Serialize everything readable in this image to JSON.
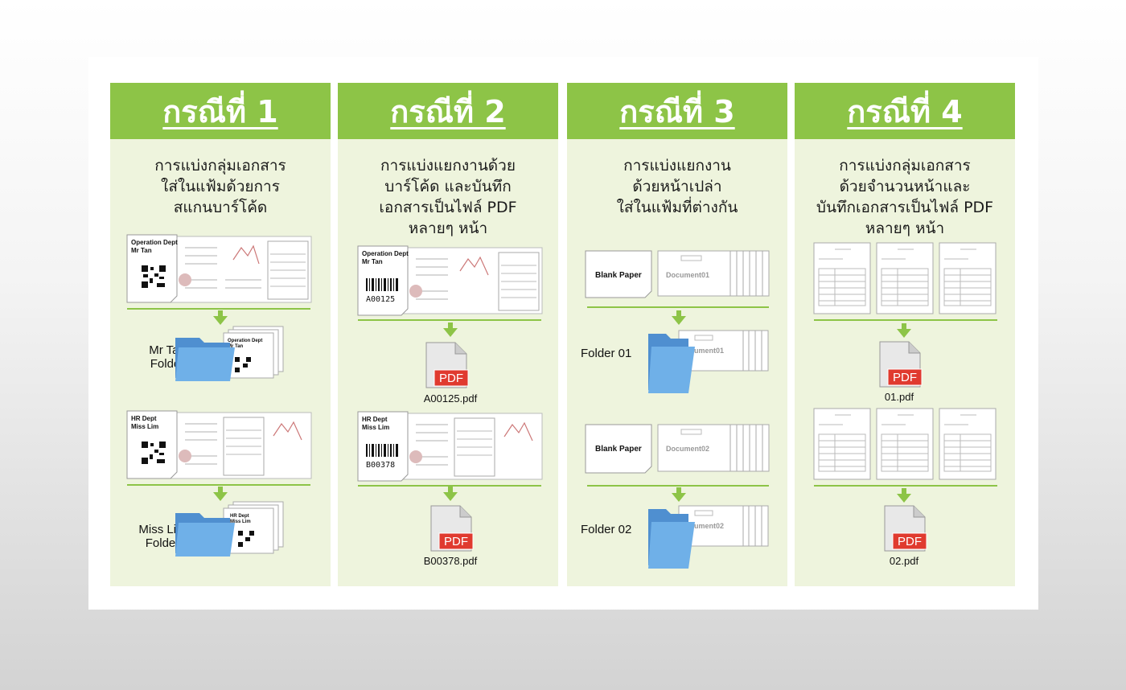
{
  "cases": [
    {
      "title": "กรณีที่ 1",
      "description": "การแบ่งกลุ่มเอกสาร\nใส่ในแฟ้มด้วยการ\nสแกนบาร์โค้ด",
      "groups": [
        {
          "sheet_line1": "Operation Dept",
          "sheet_line2": "Mr Tan",
          "folder_label": "Mr Tan\nFolder"
        },
        {
          "sheet_line1": "HR Dept",
          "sheet_line2": "Miss Lim",
          "folder_label": "Miss Lim\nFolder"
        }
      ]
    },
    {
      "title": "กรณีที่ 2",
      "description": "การแบ่งแยกงานด้วย\nบาร์โค้ด และบันทึก\nเอกสารเป็นไฟล์ PDF\nหลายๆ หน้า",
      "groups": [
        {
          "sheet_line1": "Operation Dept",
          "sheet_line2": "Mr Tan",
          "barcode": "A00125",
          "file": "A00125.pdf"
        },
        {
          "sheet_line1": "HR Dept",
          "sheet_line2": "Miss Lim",
          "barcode": "B00378",
          "file": "B00378.pdf"
        }
      ]
    },
    {
      "title": "กรณีที่ 3",
      "description": "การแบ่งแยกงาน\nด้วยหน้าเปล่า\nใส่ในแฟ้มที่ต่างกัน",
      "groups": [
        {
          "separator": "Blank Paper",
          "document": "Document01",
          "folder_doc": "cument01",
          "folder_label": "Folder 01"
        },
        {
          "separator": "Blank Paper",
          "document": "Document02",
          "folder_doc": "cument02",
          "folder_label": "Folder 02"
        }
      ]
    },
    {
      "title": "กรณีที่ 4",
      "description": "การแบ่งกลุ่มเอกสาร\nด้วยจำนวนหน้าและ\nบันทึกเอกสารเป็นไฟล์ PDF\nหลายๆ หน้า",
      "groups": [
        {
          "file": "01.pdf"
        },
        {
          "file": "02.pdf"
        }
      ]
    }
  ],
  "pdf_badge": "PDF",
  "colors": {
    "header_green": "#8dc447",
    "panel_bg": "#eef4dd",
    "arrow_green": "#8dc447",
    "folder_blue": "#5b9fd8",
    "pdf_red": "#e03a2f"
  },
  "icons": [
    "down-arrow-icon",
    "folder-icon",
    "pdf-file-icon",
    "barcode-icon",
    "qr-code-icon"
  ]
}
